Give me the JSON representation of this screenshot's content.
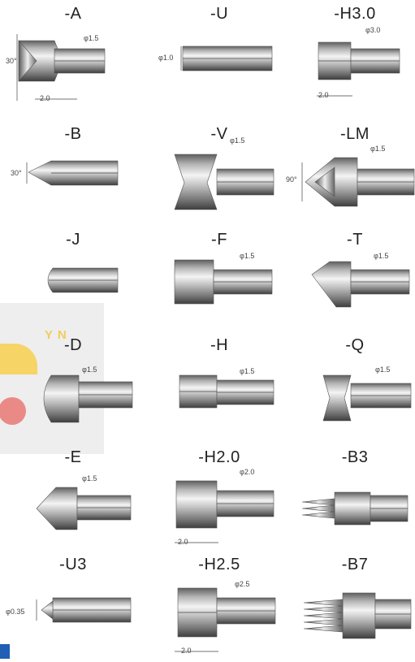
{
  "watermark": {
    "accent_text": "Y N"
  },
  "tips": [
    {
      "code": "-A",
      "shape": "A",
      "notes": {
        "dia": "φ1.5",
        "angle": "30°",
        "len": "2.0"
      }
    },
    {
      "code": "-U",
      "shape": "U",
      "notes": {
        "bore": "φ1.0"
      }
    },
    {
      "code": "-H3.0",
      "shape": "H3",
      "notes": {
        "dia": "φ3.0",
        "len": "2.0"
      }
    },
    {
      "code": "-B",
      "shape": "B",
      "notes": {
        "angle": "30°"
      }
    },
    {
      "code": "-V",
      "shape": "V",
      "notes": {
        "dia": "φ1.5"
      }
    },
    {
      "code": "-LM",
      "shape": "LM",
      "notes": {
        "dia": "φ1.5",
        "angle": "90°"
      }
    },
    {
      "code": "-J",
      "shape": "J",
      "notes": {}
    },
    {
      "code": "-F",
      "shape": "F",
      "notes": {
        "dia": "φ1.5"
      }
    },
    {
      "code": "-T",
      "shape": "T",
      "notes": {
        "dia": "φ1.5"
      }
    },
    {
      "code": "-D",
      "shape": "D",
      "notes": {
        "dia": "φ1.5"
      }
    },
    {
      "code": "-H",
      "shape": "H",
      "notes": {
        "dia": "φ1.5"
      }
    },
    {
      "code": "-Q",
      "shape": "Q",
      "notes": {
        "dia": "φ1.5"
      }
    },
    {
      "code": "-E",
      "shape": "E",
      "notes": {
        "dia": "φ1.5"
      }
    },
    {
      "code": "-H2.0",
      "shape": "H2",
      "notes": {
        "dia": "φ2.0",
        "len": "2.0"
      }
    },
    {
      "code": "-B3",
      "shape": "B3",
      "notes": {}
    },
    {
      "code": "-U3",
      "shape": "U3",
      "notes": {
        "bore": "φ0.35"
      }
    },
    {
      "code": "-H2.5",
      "shape": "H25",
      "notes": {
        "dia": "φ2.5",
        "len": "2.0"
      }
    },
    {
      "code": "-B7",
      "shape": "B7",
      "notes": {}
    }
  ]
}
